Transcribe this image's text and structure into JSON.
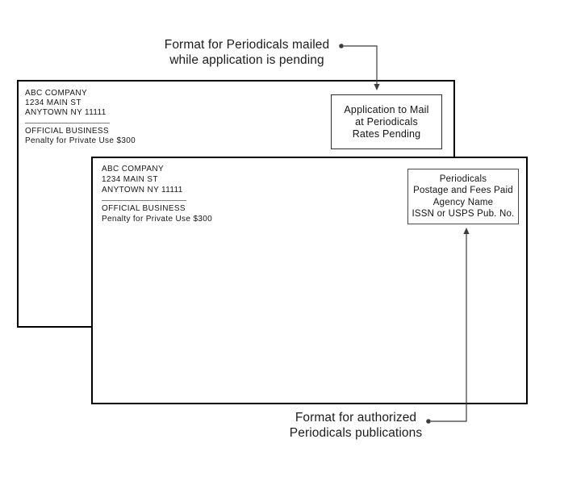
{
  "figure": {
    "caption_pending": {
      "line1": "Format for Periodicals mailed",
      "line2": "while application is pending"
    },
    "caption_authorized": {
      "line1": "Format for authorized",
      "line2": "Periodicals publications"
    }
  },
  "envelopes": {
    "pending": {
      "address": [
        "ABC COMPANY",
        "1234 MAIN ST",
        "ANYTOWN NY 11111",
        "OFFICIAL BUSINESS",
        "Penalty for Private Use $300"
      ],
      "permit": [
        "Application to Mail",
        "at Periodicals",
        "Rates Pending"
      ]
    },
    "authorized": {
      "address": [
        "ABC COMPANY",
        "1234 MAIN ST",
        "ANYTOWN NY 11111",
        "OFFICIAL BUSINESS",
        "Penalty for Private Use $300"
      ],
      "permit": [
        "Periodicals",
        "Postage and Fees Paid",
        "Agency Name",
        "ISSN or USPS Pub. No."
      ]
    }
  },
  "colors": {
    "background": "#ffffff",
    "envelope_border": "#000000",
    "arrow": "#3c3c3c",
    "text": "#1c1c1c"
  }
}
